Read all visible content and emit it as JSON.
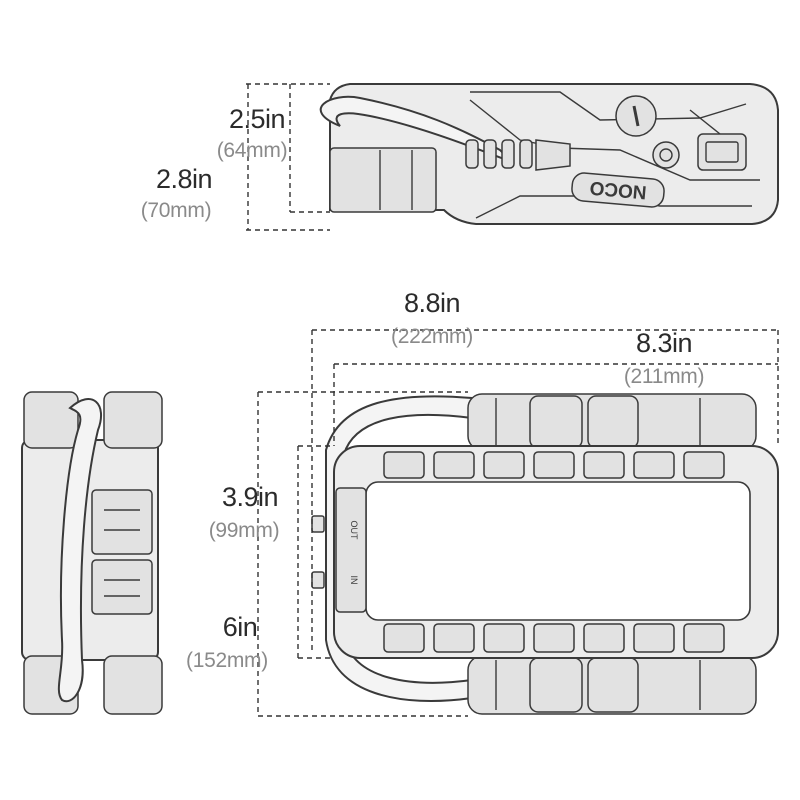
{
  "dimensions": {
    "height_front": {
      "imperial": "2.5in",
      "metric": "(64mm)"
    },
    "height_total": {
      "imperial": "2.8in",
      "metric": "(70mm)"
    },
    "length_total": {
      "imperial": "8.8in",
      "metric": "(222mm)"
    },
    "length_body": {
      "imperial": "8.3in",
      "metric": "(211mm)"
    },
    "width_body": {
      "imperial": "3.9in",
      "metric": "(99mm)"
    },
    "width_total": {
      "imperial": "6in",
      "metric": "(152mm)"
    }
  },
  "device": {
    "logo_text": "NOCO",
    "port_labels": [
      "OUT",
      "IN"
    ]
  },
  "colors": {
    "outline": "#3a3a3a",
    "body_fill": "#ececec",
    "body_dark": "#d6d6d6",
    "dim_line": "#333333"
  }
}
